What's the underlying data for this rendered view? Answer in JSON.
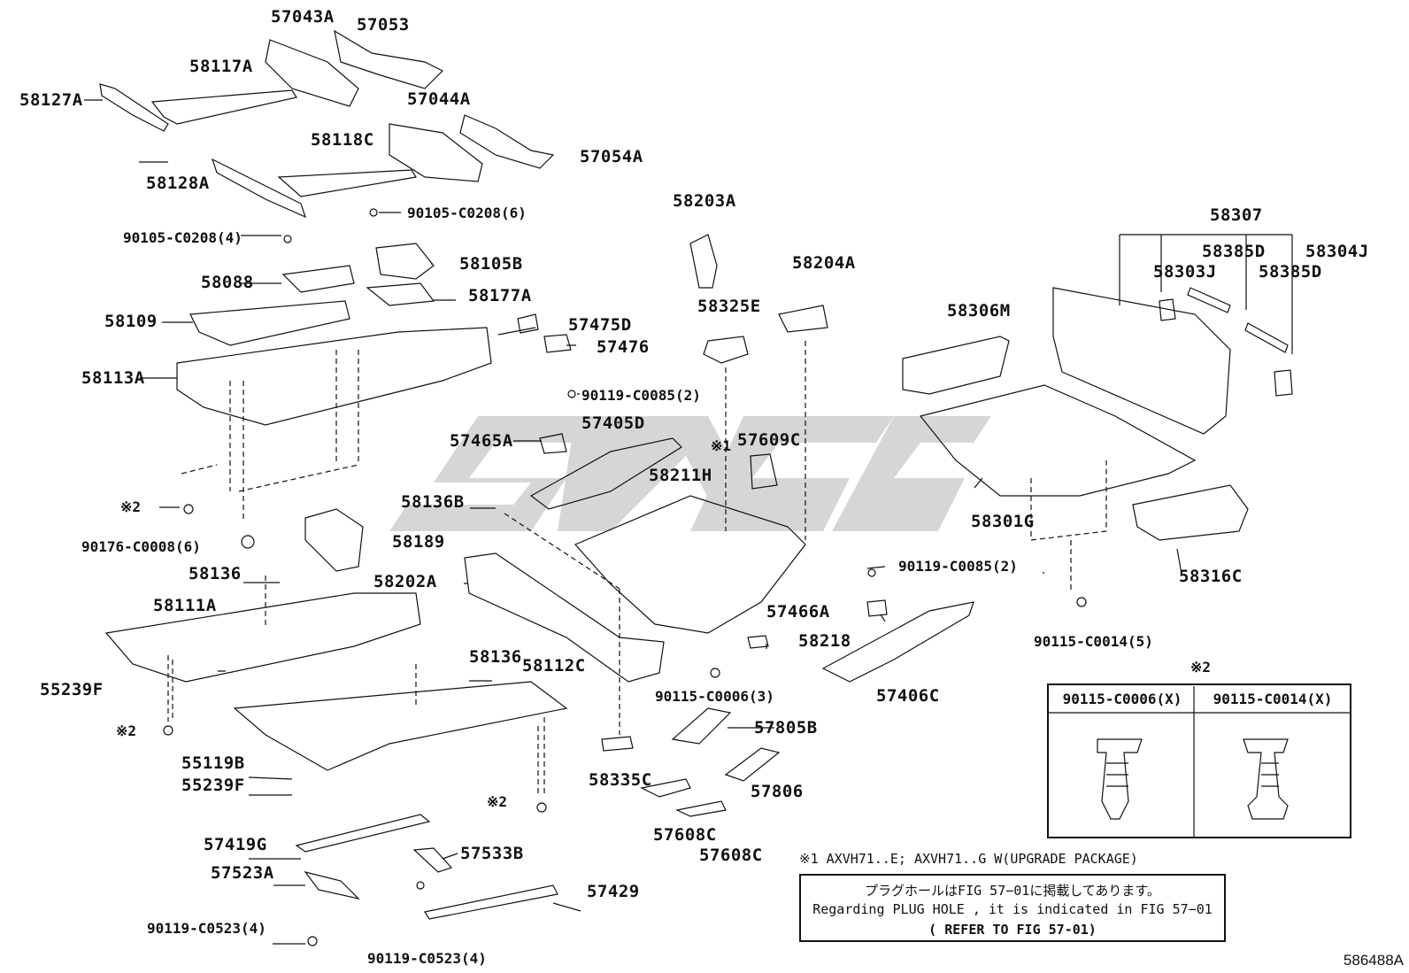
{
  "labels": {
    "p57043A": "57043A",
    "p57053": "57053",
    "p58117A": "58117A",
    "p58127A": "58127A",
    "p57044A": "57044A",
    "p57054A": "57054A",
    "p58118C": "58118C",
    "p58128A": "58128A",
    "b90105_6": "90105-C0208(6)",
    "b90105_4": "90105-C0208(4)",
    "p58105B": "58105B",
    "p58088": "58088",
    "p58177A": "58177A",
    "p58109": "58109",
    "p57475D": "57475D",
    "p57476": "57476",
    "p58113A": "58113A",
    "b90119_2a": "90119-C0085(2)",
    "p57405D": "57405D",
    "p57465A": "57465A",
    "p58136B": "58136B",
    "note2a": "※2",
    "b90176": "90176-C0008(6)",
    "p58189": "58189",
    "p58136a": "58136",
    "p58202A": "58202A",
    "p58111A": "58111A",
    "p58136b": "58136",
    "p58112C": "58112C",
    "p55239F_a": "55239F",
    "note2b": "※2",
    "p55119B": "55119B",
    "p55239F_b": "55239F",
    "note2c": "※2",
    "p57419G": "57419G",
    "p57533B": "57533B",
    "p57523A": "57523A",
    "p57429": "57429",
    "b90119_c0523_a": "90119-C0523(4)",
    "b90119_c0523_b": "90119-C0523(4)",
    "p58203A": "58203A",
    "p58204A": "58204A",
    "p58325E": "58325E",
    "note1": "※1",
    "p57609C": "57609C",
    "p58211H": "58211H",
    "p57466A": "57466A",
    "p58218": "58218",
    "b90119_2b": "90119-C0085(2)",
    "b90115_3": "90115-C0006(3)",
    "p57406C": "57406C",
    "p57805B": "57805B",
    "p58335C": "58335C",
    "p57806": "57806",
    "p57608C_a": "57608C",
    "p57608C_b": "57608C",
    "p58307": "58307",
    "p58385D_a": "58385D",
    "p58304J": "58304J",
    "p58303J": "58303J",
    "p58385D_b": "58385D",
    "p58306M": "58306M",
    "p58301G": "58301G",
    "p58316C": "58316C",
    "b90115_5": "90115-C0014(5)"
  },
  "legend": {
    "mark": "※2",
    "col1": "90115-C0006(X)",
    "col2": "90115-C0014(X)"
  },
  "notes": {
    "footnote1": "※1 AXVH71..E; AXVH71..G W(UPGRADE PACKAGE)",
    "jp": "プラグホールはFIG 57−01に掲載してあります。",
    "en": "Regarding  PLUG  HOLE , it is indicated in FIG  57−01",
    "ref": "( REFER TO FIG 57-01)"
  },
  "figure_id": "586488A",
  "colors": {
    "line": "#111111",
    "watermark": "#c8c8c8"
  }
}
